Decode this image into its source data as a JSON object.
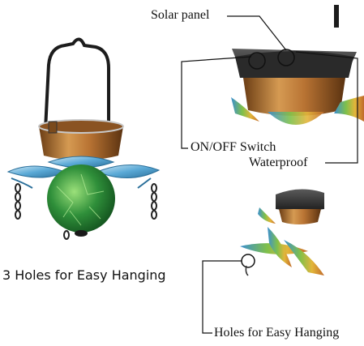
{
  "labels": {
    "solar_panel": "Solar panel",
    "on_off_switch": "ON/OFF Switch",
    "waterproof": "Waterproof",
    "holes_left": "3 Holes for Easy Hanging",
    "holes_right": "Holes for Easy Hanging"
  },
  "colors": {
    "copper": "#b87333",
    "glass_green": "#2f8f3a",
    "leaf_blue": "#5aa9d6",
    "panel_dark": "#3a3a3a"
  }
}
